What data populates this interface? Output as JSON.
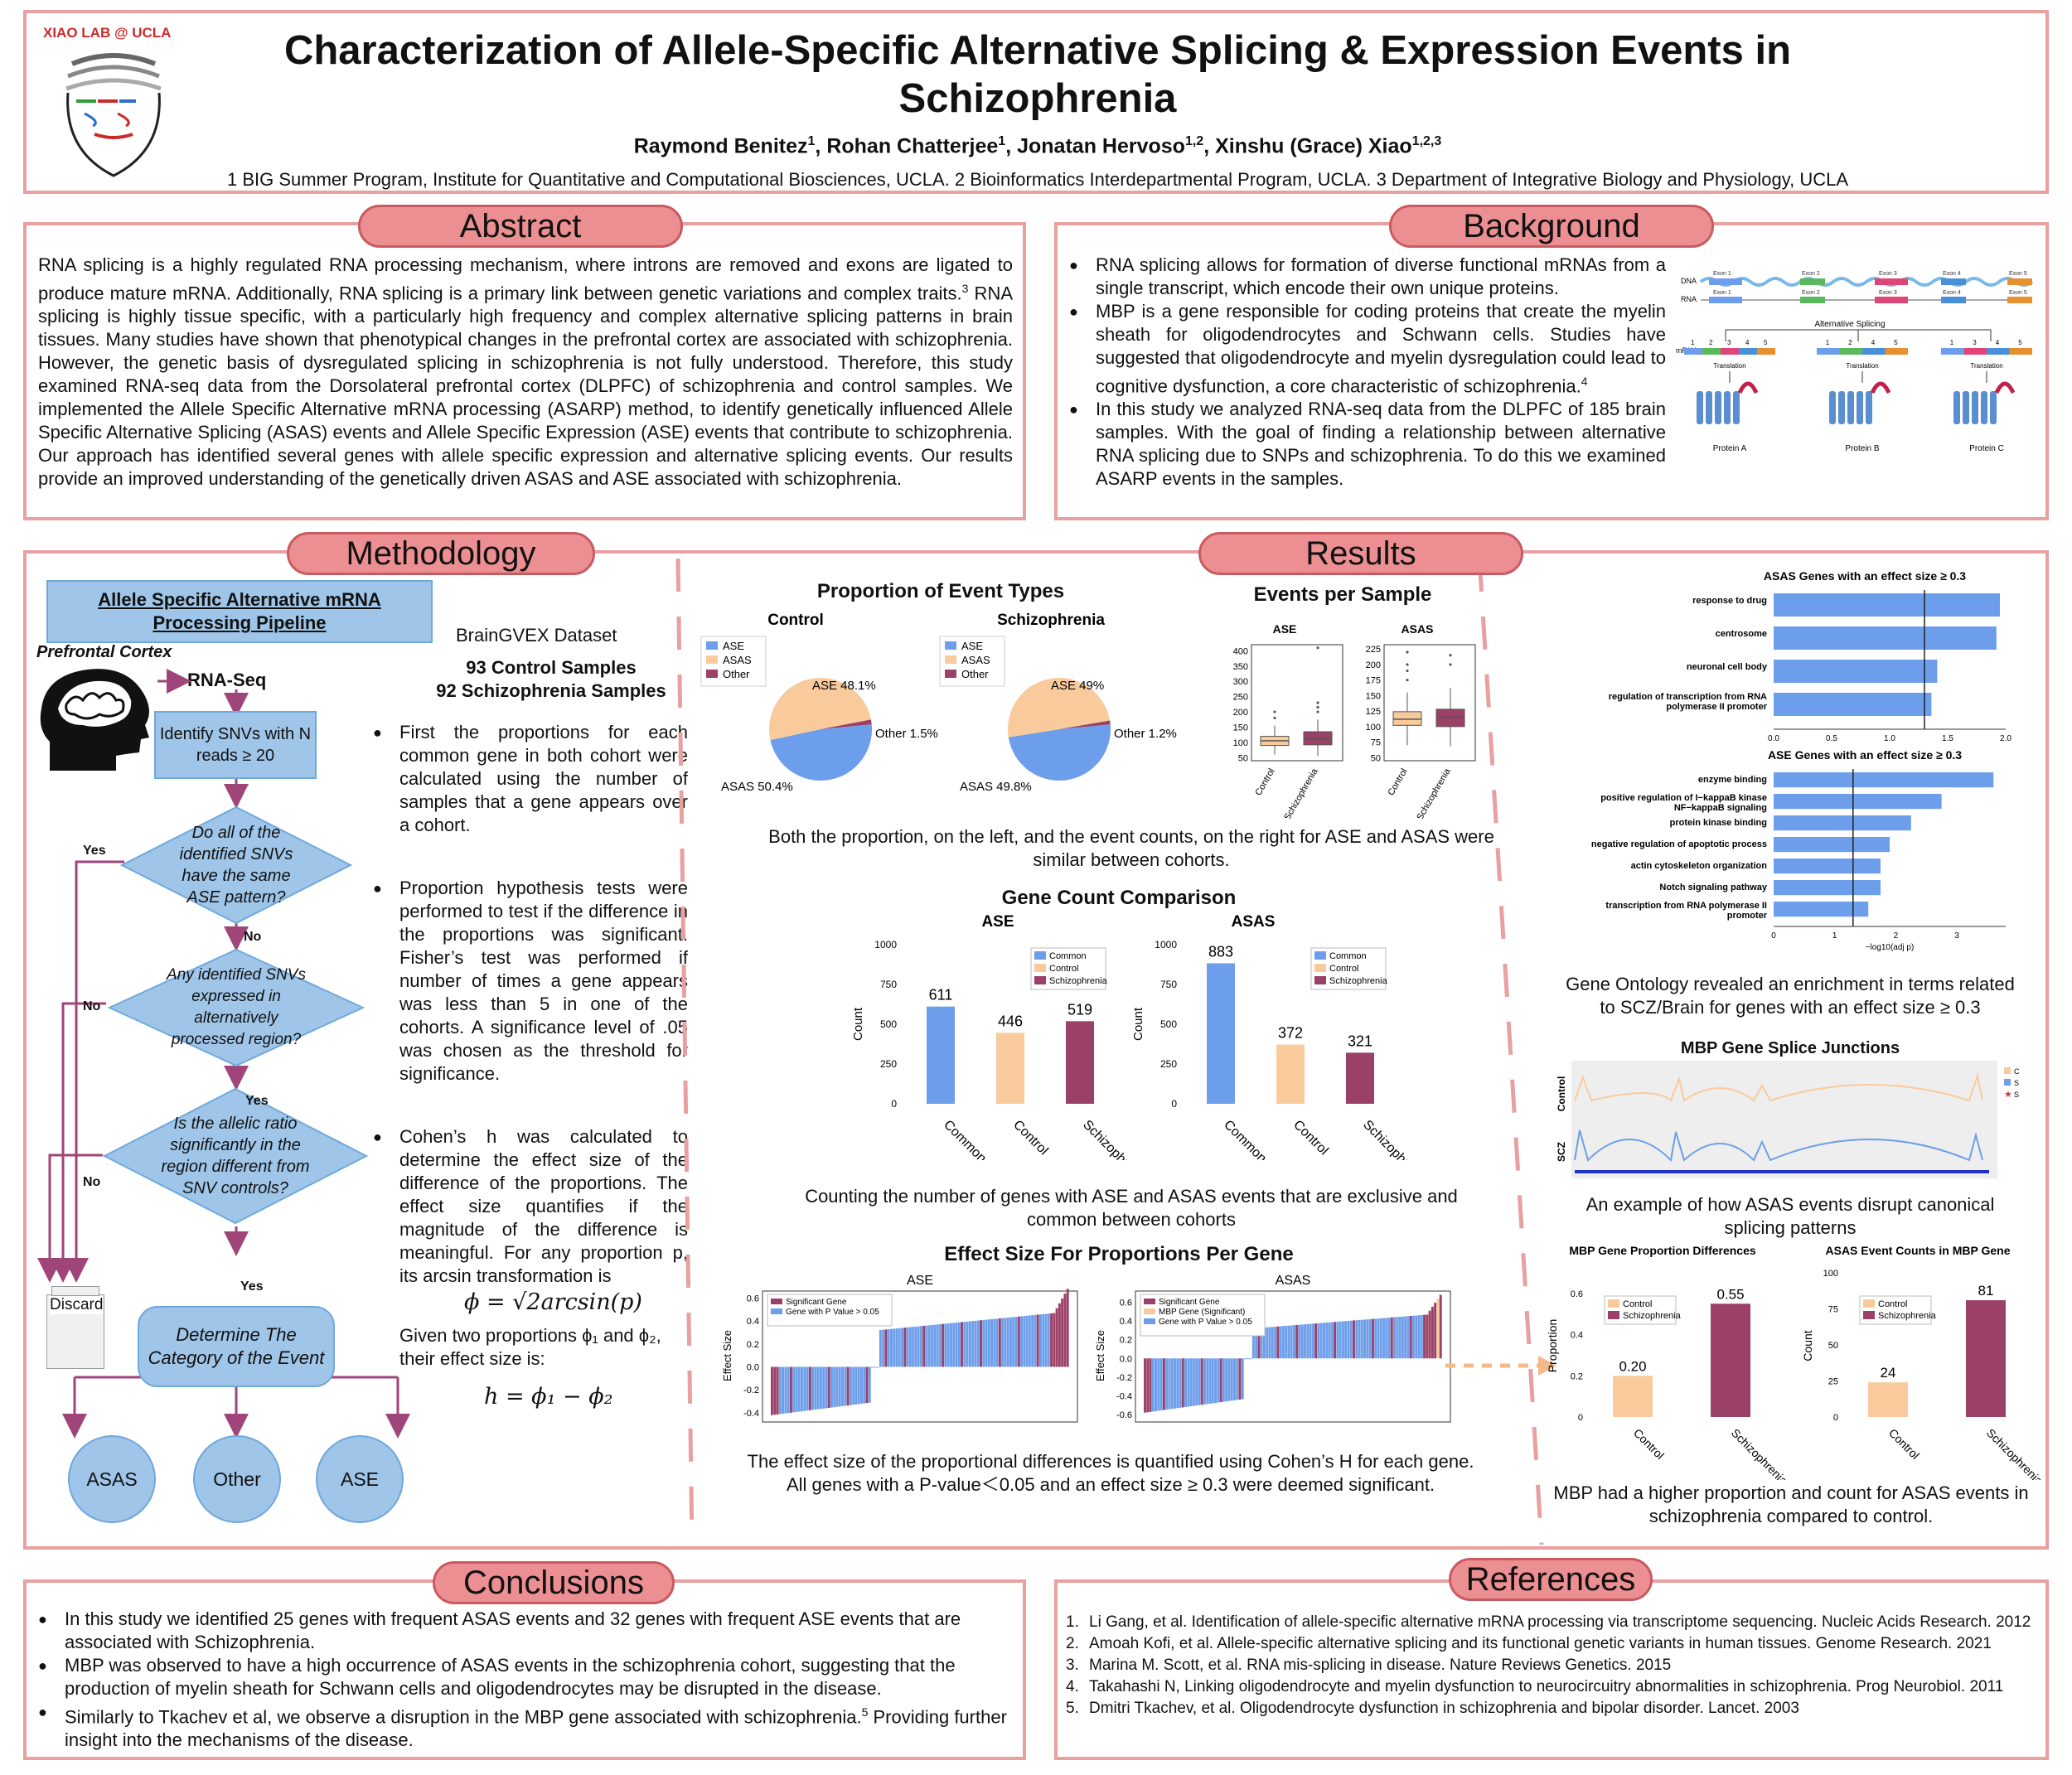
{
  "header": {
    "logo_text": "XIAO LAB @ UCLA",
    "title_line1": "Characterization of Allele-Specific Alternative Splicing & Expression Events in",
    "title_line2": "Schizophrenia",
    "authors": [
      {
        "name": "Raymond Benitez",
        "sup": "1"
      },
      {
        "name": "Rohan Chatterjee",
        "sup": "1"
      },
      {
        "name": "Jonatan Hervoso",
        "sup": "1,2"
      },
      {
        "name": "Xinshu (Grace) Xiao",
        "sup": "1,2,3"
      }
    ],
    "affiliations": "1 BIG Summer Program, Institute for Quantitative and Computational Biosciences, UCLA.  2 Bioinformatics Interdepartmental Program, UCLA.  3 Department of Integrative Biology and Physiology, UCLA"
  },
  "abstract": {
    "title": "Abstract",
    "part1": "RNA splicing is a highly regulated RNA processing mechanism, where introns are removed and exons are ligated to produce mature mRNA. Additionally, RNA splicing is a primary link between genetic variations and complex traits.",
    "sup": "3",
    "part2": " RNA splicing is highly tissue specific, with a particularly high frequency and complex alternative splicing patterns in brain tissues. Many studies have shown that phenotypical changes in the prefrontal cortex are associated with schizophrenia. However, the genetic basis of dysregulated splicing in schizophrenia is not fully understood. Therefore, this study examined RNA-seq data from the Dorsolateral prefrontal cortex (DLPFC) of schizophrenia and control samples. We implemented the Allele Specific Alternative mRNA processing (ASARP) method, to identify genetically influenced Allele Specific Alternative Splicing (ASAS) events and Allele Specific Expression (ASE) events that contribute to schizophrenia. Our approach has identified several genes with allele specific expression and alternative splicing events. Our results provide an improved understanding of the genetically driven ASAS and ASE associated with schizophrenia."
  },
  "background": {
    "title": "Background",
    "bullet1": "RNA splicing allows for formation of diverse functional mRNAs from a single transcript, which encode their own unique proteins.",
    "bullet2": "MBP is a gene responsible for coding proteins that create the myelin sheath for oligodendrocytes and Schwann cells. Studies have suggested that oligodendrocyte and myelin dysregulation could lead to cognitive dysfunction, a core characteristic of schizophrenia.",
    "bullet2_sup": "4",
    "bullet3": "In this study we analyzed RNA-seq data from the DLPFC of 185 brain samples. With the goal of finding a relationship between alternative RNA splicing due to SNPs and schizophrenia. To do this we examined ASARP events in the samples.",
    "figure": {
      "dna": "DNA",
      "rna": "RNA",
      "mrna": "mRNA",
      "exons": [
        "Exon 1",
        "Exon 2",
        "Exon 3",
        "Exon 4",
        "Exon 5"
      ],
      "alt_splicing": "Alternative Splicing",
      "translation": "Translation",
      "proteins": [
        "Protein A",
        "Protein B",
        "Protein C"
      ],
      "mrna_a": [
        "1",
        "2",
        "3",
        "4",
        "5"
      ],
      "mrna_b": [
        "1",
        "2",
        "4",
        "5"
      ],
      "mrna_c": [
        "1",
        "3",
        "4",
        "5"
      ]
    }
  },
  "methodology": {
    "title": "Methodology",
    "pipeline_title_line1": "Allele Specific Alternative mRNA",
    "pipeline_title_line2": "Processing Pipeline",
    "cortex_label": "Prefrontal Cortex",
    "rnaseq": "RNA-Seq",
    "step1": "Identify SNVs with N reads ≥ 20",
    "q1": "Do all of the identified SNVs have the same ASE pattern?",
    "q2": "Any identified SNVs expressed in alternatively processed region?",
    "q3": "Is the allelic ratio significantly in the region different from SNV controls?",
    "determine": "Determine The Category of the Event",
    "yes": "Yes",
    "no": "No",
    "discard": "Discard",
    "outcomes": [
      "ASAS",
      "Other",
      "ASE"
    ],
    "dataset": "BrainGVEX Dataset",
    "control_samples": "93 Control Samples",
    "scz_samples": "92 Schizophrenia Samples",
    "bullet1": "First the proportions for each common gene in both cohort were calculated using the number of samples that a gene appears over a cohort.",
    "bullet2": "Proportion hypothesis tests were performed to test if the difference in the proportions was significant. Fisher’s test was performed if number of times a gene appears was less than 5 in one of the cohorts. A significance level of .05 was chosen as the threshold for significance.",
    "bullet3": "Cohen’s h was calculated to determine the effect size of the difference of the proportions. The effect size quantifies if the magnitude of the difference is meaningful. For any proportion p, its arcsin transformation is",
    "formula1": "ϕ = √2arcsin(p)",
    "given": "Given two proportions ϕ₁ and ϕ₂, their effect size is:",
    "formula2": "h = ϕ₁ − ϕ₂"
  },
  "results": {
    "title": "Results",
    "caption1": "Both the proportion, on the left, and the event counts, on the right for ASE and ASAS were similar between cohorts.",
    "caption2": "Counting the number of genes with ASE and ASAS events that are exclusive and common between cohorts",
    "caption3": "The effect size of the proportional differences is quantified using Cohen’s H for each gene. All genes with a P-value＜0.05 and an effect size ≥  0.3 were deemed significant.",
    "caption4": "Gene Ontology revealed an enrichment in terms related to SCZ/Brain for genes with an effect size ≥ 0.3",
    "caption5": "An example of how ASAS events disrupt canonical splicing patterns",
    "caption6": "MBP had a higher proportion and count for ASAS events in schizophrenia compared to control."
  },
  "chart_data": [
    {
      "type": "pie",
      "title": "Proportion of Event Types",
      "subtitle": "Control",
      "legend": [
        "ASE",
        "ASAS",
        "Other"
      ],
      "colors": [
        "#6d9eeb",
        "#f9cb9c",
        "#9b4066"
      ],
      "values": [
        48.1,
        50.4,
        1.5
      ],
      "labels": [
        "ASE 48.1%",
        "ASAS 50.4%",
        "Other 1.5%"
      ]
    },
    {
      "type": "pie",
      "subtitle": "Schizophrenia",
      "legend": [
        "ASE",
        "ASAS",
        "Other"
      ],
      "colors": [
        "#6d9eeb",
        "#f9cb9c",
        "#9b4066"
      ],
      "values": [
        49,
        49.8,
        1.2
      ],
      "labels": [
        "ASE 49%",
        "ASAS 49.8%",
        "Other 1.2%"
      ]
    },
    {
      "type": "box",
      "title": "Events per Sample",
      "subtitle": "ASE",
      "categories": [
        "Control",
        "Schizophrenia"
      ],
      "yticks": [
        50,
        100,
        150,
        200,
        250,
        300,
        350,
        400
      ],
      "ylim": [
        40,
        420
      ],
      "boxes": [
        {
          "q1": 90,
          "median": 105,
          "q3": 120,
          "wlo": 60,
          "whi": 155,
          "out": [
            180,
            200
          ]
        },
        {
          "q1": 92,
          "median": 112,
          "q3": 135,
          "wlo": 55,
          "whi": 175,
          "out": [
            200,
            215,
            230,
            410
          ]
        }
      ],
      "colors": [
        "#f9cb9c",
        "#9b4066"
      ]
    },
    {
      "type": "box",
      "subtitle": "ASAS",
      "categories": [
        "Control",
        "Schizophrenia"
      ],
      "yticks": [
        50,
        75,
        100,
        125,
        150,
        175,
        200,
        225
      ],
      "ylim": [
        45,
        232
      ],
      "boxes": [
        {
          "q1": 102,
          "median": 112,
          "q3": 124,
          "wlo": 70,
          "whi": 155,
          "out": [
            175,
            190,
            200,
            220
          ]
        },
        {
          "q1": 100,
          "median": 115,
          "q3": 128,
          "wlo": 68,
          "whi": 162,
          "out": [
            200,
            215
          ]
        }
      ],
      "colors": [
        "#f9cb9c",
        "#9b4066"
      ]
    },
    {
      "type": "bar",
      "title": "Gene Count Comparison",
      "subtitle": "ASE",
      "ylabel": "Count",
      "categories": [
        "Common",
        "Control",
        "Schizophrenia"
      ],
      "values": [
        611,
        446,
        519
      ],
      "colors": [
        "#6d9eeb",
        "#f9cb9c",
        "#9b4066"
      ],
      "legend": [
        "Common",
        "Control",
        "Schizophrenia"
      ],
      "yticks": [
        0,
        250,
        500,
        750,
        1000
      ],
      "ylim": [
        0,
        1000
      ]
    },
    {
      "type": "bar",
      "subtitle": "ASAS",
      "ylabel": "Count",
      "categories": [
        "Common",
        "Control",
        "Schizophrenia"
      ],
      "values": [
        883,
        372,
        321
      ],
      "colors": [
        "#6d9eeb",
        "#f9cb9c",
        "#9b4066"
      ],
      "legend": [
        "Common",
        "Control",
        "Schizophrenia"
      ],
      "yticks": [
        0,
        250,
        500,
        750,
        1000
      ],
      "ylim": [
        0,
        1000
      ]
    },
    {
      "type": "bar",
      "title": "Effect Size For Proportions Per Gene",
      "subtitle": "ASE",
      "ylabel": "Effect Size",
      "legend": [
        "Significant Gene",
        "Gene with P Value > 0.05"
      ],
      "colors": [
        "#9b4066",
        "#6d9eeb"
      ],
      "yticks": [
        -0.4,
        -0.2,
        0.0,
        0.2,
        0.4,
        0.6
      ],
      "ylim": [
        -0.48,
        0.66
      ]
    },
    {
      "type": "bar",
      "subtitle": "ASAS",
      "ylabel": "Effect Size",
      "legend": [
        "Significant Gene",
        "MBP Gene (Significant)",
        "Gene with P Value > 0.05"
      ],
      "colors": [
        "#9b4066",
        "#f9cb9c",
        "#6d9eeb"
      ],
      "yticks": [
        -0.6,
        -0.4,
        -0.2,
        0.0,
        0.2,
        0.4,
        0.6
      ],
      "ylim": [
        -0.68,
        0.72
      ]
    },
    {
      "type": "bar",
      "title": "ASAS Genes with an effect size ≥ 0.3",
      "xlabel": "−log10(adj p)",
      "categories": [
        "response to drug",
        "centrosome",
        "neuronal cell body",
        "regulation of transcription from RNA polymerase II promoter"
      ],
      "values": [
        1.95,
        1.92,
        1.41,
        1.36
      ],
      "xticks": [
        0.0,
        0.5,
        1.0,
        1.5,
        2.0
      ],
      "xlim": [
        0,
        2.0
      ],
      "threshold": 1.3,
      "color": "#6d9eeb"
    },
    {
      "type": "bar",
      "title": "ASE Genes with an effect size ≥ 0.3",
      "xlabel": "−log10(adj p)",
      "categories": [
        "enzyme binding",
        "positive regulation of I−kappaB kinase NF−kappaB signaling",
        "protein kinase binding",
        "negative regulation of apoptotic process",
        "actin cytoskeleton organization",
        "Notch signaling pathway",
        "transcription from RNA polymerase II promoter"
      ],
      "values": [
        3.6,
        2.75,
        2.25,
        1.9,
        1.75,
        1.75,
        1.55
      ],
      "xticks": [
        0,
        1,
        2,
        3
      ],
      "xlim": [
        0,
        3.8
      ],
      "threshold": 1.3,
      "color": "#6d9eeb"
    },
    {
      "type": "area",
      "title": "MBP Gene Splice Junctions",
      "tracks": [
        "Control",
        "SCZ"
      ],
      "legend": [
        "Control",
        "SCZ",
        "SNP"
      ],
      "colors": [
        "#f9cb9c",
        "#6d9eeb",
        "#e03030"
      ]
    },
    {
      "type": "bar",
      "title": "MBP Gene Proportion Differences",
      "ylabel": "Proportion",
      "categories": [
        "Control",
        "Schizophrenia"
      ],
      "values": [
        0.2,
        0.55
      ],
      "value_labels": [
        "0.20",
        "0.55"
      ],
      "colors": [
        "#f9cb9c",
        "#9b4066"
      ],
      "legend": [
        "Control",
        "Schizophrenia"
      ],
      "yticks": [
        0.0,
        0.2,
        0.4,
        0.6
      ],
      "ylim": [
        0,
        0.7
      ]
    },
    {
      "type": "bar",
      "title": "ASAS Event Counts in MBP Gene",
      "ylabel": "Count",
      "categories": [
        "Control",
        "Schizophrenia"
      ],
      "values": [
        24,
        81
      ],
      "value_labels": [
        "24",
        "81"
      ],
      "colors": [
        "#f9cb9c",
        "#9b4066"
      ],
      "legend": [
        "Control",
        "Schizophrenia"
      ],
      "yticks": [
        0,
        25,
        50,
        75,
        100
      ],
      "ylim": [
        0,
        100
      ]
    }
  ],
  "conclusions": {
    "title": "Conclusions",
    "bullet1": "In this study we identified 25 genes with frequent ASAS events and 32 genes with frequent ASE events that are associated with Schizophrenia.",
    "bullet2": "MBP was observed to have a high occurrence of ASAS events in the schizophrenia cohort, suggesting that the production of myelin sheath for Schwann cells and oligodendrocytes may be disrupted in the disease.",
    "bullet3a": "Similarly to Tkachev et al, we observe a disruption in the MBP gene associated with schizophrenia.",
    "bullet3_sup": "5",
    "bullet3b": " Providing further insight into the mechanisms of the disease."
  },
  "references": {
    "title": "References",
    "items": [
      "Li Gang, et al. Identification of allele-specific alternative mRNA processing via transcriptome sequencing. Nucleic Acids Research. 2012",
      "Amoah Kofi, et al. Allele-specific alternative splicing and its functional genetic variants in human tissues. Genome Research. 2021",
      "Marina M. Scott, et al. RNA mis-splicing in disease. Nature Reviews Genetics. 2015",
      "Takahashi N, Linking oligodendrocyte and myelin dysfunction to neurocircuitry abnormalities in schizophrenia. Prog Neurobiol. 2011",
      "Dmitri Tkachev, et al.  Oligodendrocyte dysfunction in schizophrenia and bipolar disorder. Lancet. 2003"
    ]
  }
}
